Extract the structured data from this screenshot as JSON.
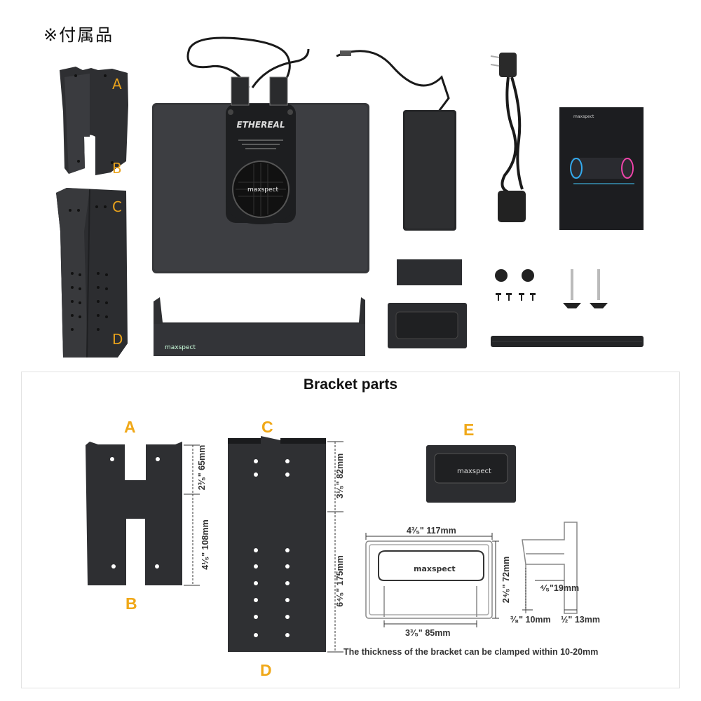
{
  "header": {
    "title": "※付属品"
  },
  "top_letters": {
    "a": "A",
    "b": "B",
    "c": "C",
    "d": "D"
  },
  "logos": {
    "maxspect": "maxspect",
    "product": "ETHEREAL"
  },
  "diagram": {
    "title": "Bracket parts",
    "labels": {
      "a": "A",
      "b": "B",
      "c": "C",
      "d": "D",
      "e": "E"
    },
    "dims": {
      "a_top": "2³⁄₅\" 65mm",
      "a_bottom": "4¹⁄₅\" 108mm",
      "c_top": "3¹⁄₅\" 82mm",
      "c_bottom": "6⁴⁄₅\" 175mm",
      "e_width": "4³⁄₅\" 117mm",
      "e_height": "2⁴⁄₅\" 72mm",
      "e_inner": "3³⁄₅\" 85mm",
      "side_19": "⁴⁄₅\"19mm",
      "side_10": "³⁄₈\" 10mm",
      "side_13": "½\" 13mm"
    },
    "note": "The thickness of the bracket can be clamped within 10-20mm"
  },
  "colors": {
    "accent": "#f0a818",
    "product": "#2b2c2f"
  }
}
